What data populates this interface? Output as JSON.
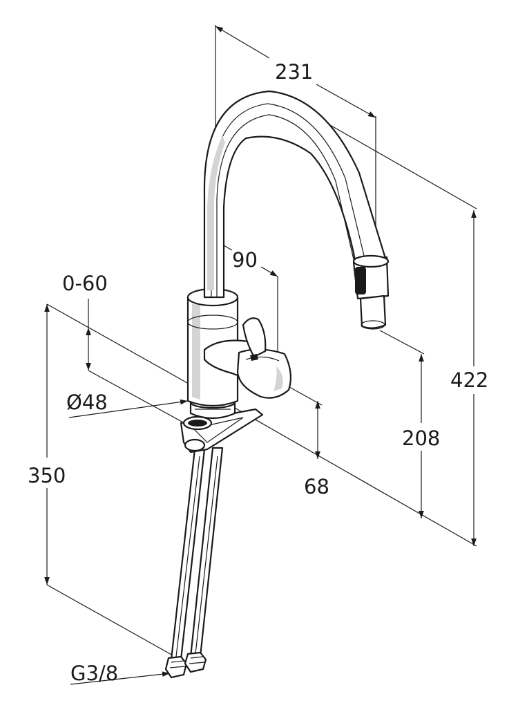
{
  "drawing": {
    "colors": {
      "line": "#1a1a1a",
      "background": "#ffffff",
      "shading": "#d4d4d4"
    },
    "dimensions": {
      "spout_reach": "231",
      "spout_swivel": "90",
      "spout_height": "208",
      "total_height": "422",
      "base_height": "68",
      "mounting_thickness": "0-60",
      "base_diameter": "Ø48",
      "hose_length": "350",
      "hose_connection": "G3/8"
    }
  }
}
